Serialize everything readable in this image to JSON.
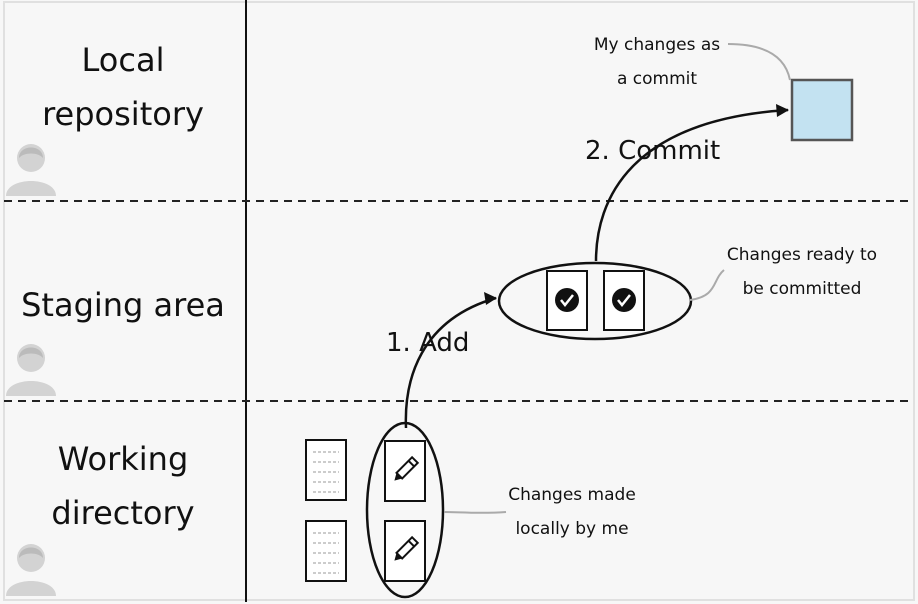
{
  "lanes": [
    {
      "id": "local",
      "title_line1": "Local",
      "title_line2": "repository"
    },
    {
      "id": "staging",
      "title_line1": "Staging area"
    },
    {
      "id": "working",
      "title_line1": "Working",
      "title_line2": "directory"
    }
  ],
  "steps": {
    "add": "1. Add",
    "commit": "2. Commit"
  },
  "notes": {
    "commit": {
      "line1": "My changes as",
      "line2": "a commit"
    },
    "staged": {
      "line1": "Changes ready to",
      "line2": "be committed"
    },
    "working": {
      "line1": "Changes made",
      "line2": "locally by me"
    }
  },
  "icons": {
    "person": "person-icon",
    "pencil": "pencil-icon",
    "check": "checkmark-icon",
    "file": "file-icon",
    "commit": "commit-square-icon"
  },
  "colors": {
    "commit_fill": "#c3e2f1",
    "stroke": "#111111",
    "person": "#d3d3d3",
    "divider": "#222222"
  }
}
